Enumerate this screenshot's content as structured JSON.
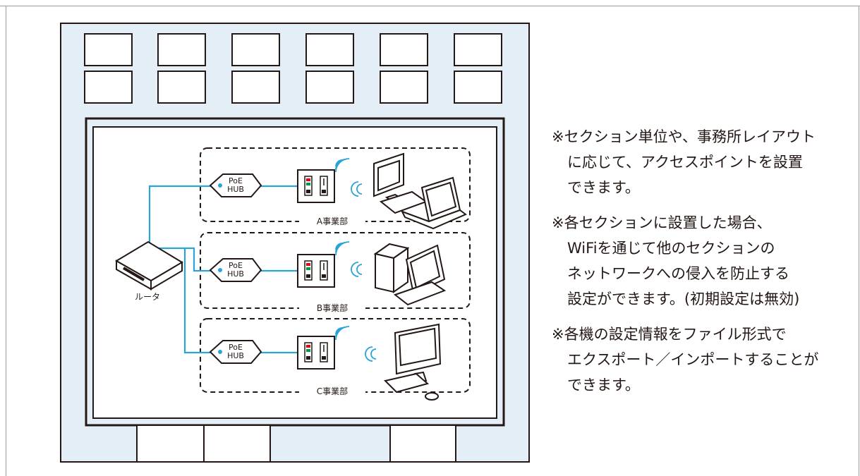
{
  "diagram": {
    "router_label": "ルータ",
    "hub_label_line1": "PoE",
    "hub_label_line2": "HUB",
    "sections": [
      {
        "label": "A事業部"
      },
      {
        "label": "B事業部"
      },
      {
        "label": "C事業部"
      }
    ]
  },
  "notes": [
    {
      "lines": [
        "※セクション単位や、事務所レイアウト",
        "に応じて、アクセスポイントを設置",
        "できます。"
      ]
    },
    {
      "lines": [
        "※各セクションに設置した場合、",
        "WiFiを通じて他のセクションの",
        "ネットワークへの侵入を防止する",
        "設定ができます。(初期設定は無効)"
      ]
    },
    {
      "lines": [
        "※各機の設定情報をファイル形式で",
        "エクスポート／インポートすることが",
        "できます。"
      ]
    }
  ],
  "colors": {
    "building_fill": "#e3eef6",
    "line_blue": "#2aa3d9",
    "outline": "#231815"
  }
}
